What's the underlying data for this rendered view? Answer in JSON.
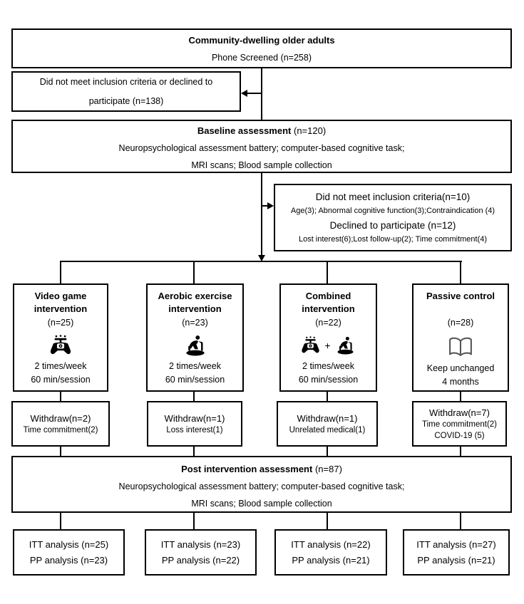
{
  "colors": {
    "ink": "#000000",
    "book_icon_gray": "#555555"
  },
  "flow": {
    "screened": {
      "title": "Community-dwelling older adults",
      "subtitle": "Phone Screened (n=258)"
    },
    "excluded_screening": {
      "line1": "Did not meet inclusion criteria or declined to",
      "line2": "participate (n=138)"
    },
    "baseline": {
      "title_bold": "Baseline assessment",
      "title_n": "(n=120)",
      "line1": "Neuropsychological assessment battery; computer-based cognitive task;",
      "line2": "MRI scans; Blood sample collection"
    },
    "excluded_baseline": {
      "line1": "Did not meet inclusion criteria(n=10)",
      "line2": "Age(3); Abnormal cognitive function(3);Contraindication (4)",
      "line3": "Declined to participate (n=12)",
      "line4": "Lost interest(6);Lost follow-up(2); Time commitment(4)"
    },
    "arms": [
      {
        "title": "Video game intervention",
        "n": "(n=25)",
        "icon": "gamepad",
        "sched1": "2 times/week",
        "sched2": "60 min/session"
      },
      {
        "title": "Aerobic exercise intervention",
        "n": "(n=23)",
        "icon": "exercise-bike",
        "sched1": "2 times/week",
        "sched2": "60 min/session"
      },
      {
        "title": "Combined intervention",
        "n": "(n=22)",
        "icon": "gamepad-plus-exercise-bike",
        "plus_sign": "+",
        "sched1": "2 times/week",
        "sched2": "60 min/session"
      },
      {
        "title": "Passive control",
        "n": "(n=28)",
        "icon": "open-book",
        "sched1": "Keep unchanged",
        "sched2": "4 months"
      }
    ],
    "withdrawals": [
      {
        "title": "Withdraw(n=2)",
        "reason1": "Time commitment(2)"
      },
      {
        "title": "Withdraw(n=1)",
        "reason1": "Loss interest(1)"
      },
      {
        "title": "Withdraw(n=1)",
        "reason1": "Unrelated medical(1)"
      },
      {
        "title": "Withdraw(n=7)",
        "reason1": "Time commitment(2)",
        "reason2": "COVID-19 (5)"
      }
    ],
    "post": {
      "title_bold": "Post intervention assessment",
      "title_n": "(n=87)",
      "line1": "Neuropsychological assessment battery; computer-based cognitive task;",
      "line2": "MRI scans; Blood sample collection"
    },
    "analyses": [
      {
        "itt": "ITT analysis (n=25)",
        "pp": "PP analysis (n=23)"
      },
      {
        "itt": "ITT analysis (n=23)",
        "pp": "PP analysis (n=22)"
      },
      {
        "itt": "ITT analysis (n=22)",
        "pp": "PP analysis (n=21)"
      },
      {
        "itt": "ITT analysis (n=27)",
        "pp": "PP analysis (n=21)"
      }
    ]
  }
}
